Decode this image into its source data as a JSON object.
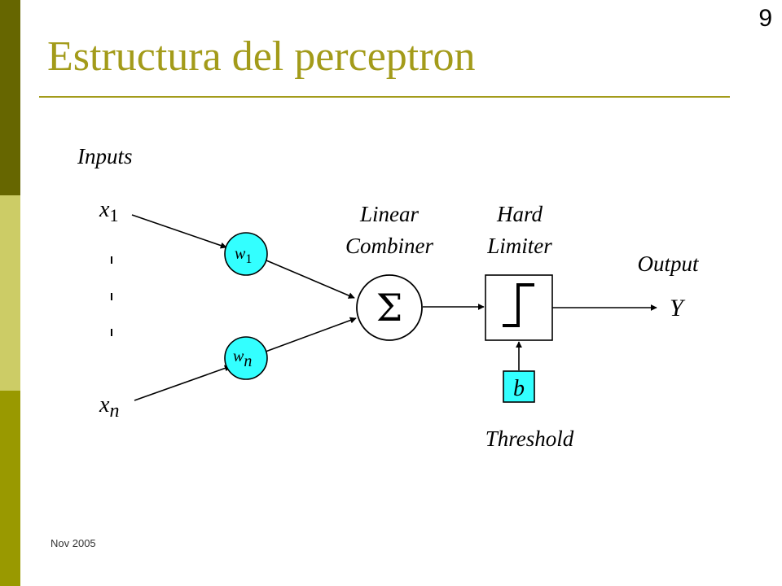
{
  "slide": {
    "page_number": "9",
    "title": "Estructura del perceptron",
    "footer_date": "Nov 2005"
  },
  "colors": {
    "title": "#a39b1a",
    "rule": "#a39b1a",
    "sidebar_top": "#666600",
    "sidebar_mid": "#cccc66",
    "sidebar_bottom": "#999900",
    "node_fill": "#33ffff",
    "line": "#000000"
  },
  "diagram": {
    "inputs_label": "Inputs",
    "x1_base": "x",
    "x1_sub": "1",
    "xn_base": "x",
    "xn_sub": "n",
    "w1_base": "w",
    "w1_sub": "1",
    "wn_base": "w",
    "wn_sub": "n",
    "combiner_line1": "Linear",
    "combiner_line2": "Combiner",
    "sigma_symbol": "Σ",
    "limiter_line1": "Hard",
    "limiter_line2": "Limiter",
    "output_label": "Output",
    "output_symbol": "Y",
    "threshold_symbol": "b",
    "threshold_label": "Threshold"
  }
}
